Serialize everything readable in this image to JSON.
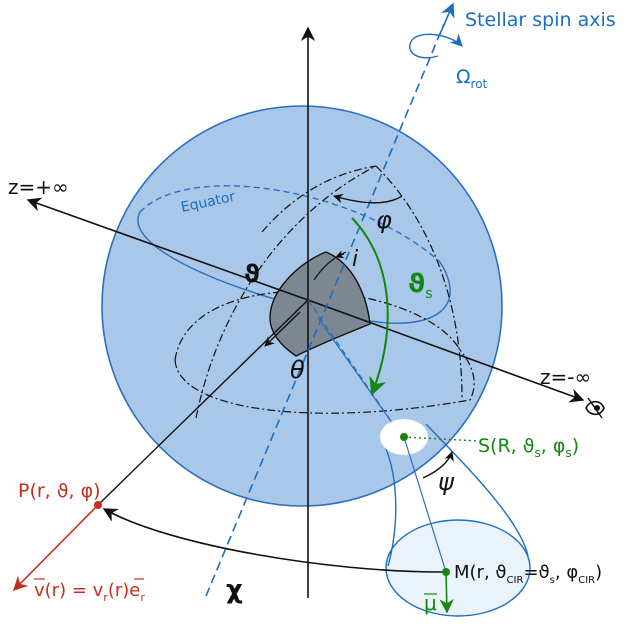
{
  "colors": {
    "sphere_fill": "#a9c7e9",
    "sphere_stroke": "#2b6fc0",
    "axis_blue": "#1b6fc1",
    "green": "#14870f",
    "red": "#c62f1e",
    "black": "#111111",
    "shaded": "#7d8792"
  },
  "labels": {
    "spin_axis": "Stellar spin axis",
    "omega": "Ω",
    "omega_sub": "rot",
    "equator": "Equator",
    "z_plus": "z=+∞",
    "z_minus": "z=-∞",
    "theta_bold": "ϑ",
    "inclination": "i",
    "phi": "φ",
    "theta_s": "ϑ",
    "theta_s_sub": "s",
    "theta": "θ",
    "psi": "ψ",
    "chi": "χ",
    "point_s": "S(R, ϑ",
    "point_s_sub1": "s",
    "point_s_mid": ", φ",
    "point_s_sub2": "s",
    "point_s_end": ")",
    "point_p": "P(r, ϑ, φ)",
    "point_m": "M(r, ϑ",
    "point_m_sub1": "CIR",
    "point_m_mid": "=ϑ",
    "point_m_sub2": "s",
    "point_m_mid2": ", φ",
    "point_m_sub3": "CIR",
    "point_m_end": ")",
    "mu": "μ",
    "velocity": "v(r) = v",
    "velocity_sub": "r",
    "velocity_mid": "(r)e",
    "velocity_sub2": "r"
  },
  "icons": {
    "observer": "eye-icon"
  }
}
